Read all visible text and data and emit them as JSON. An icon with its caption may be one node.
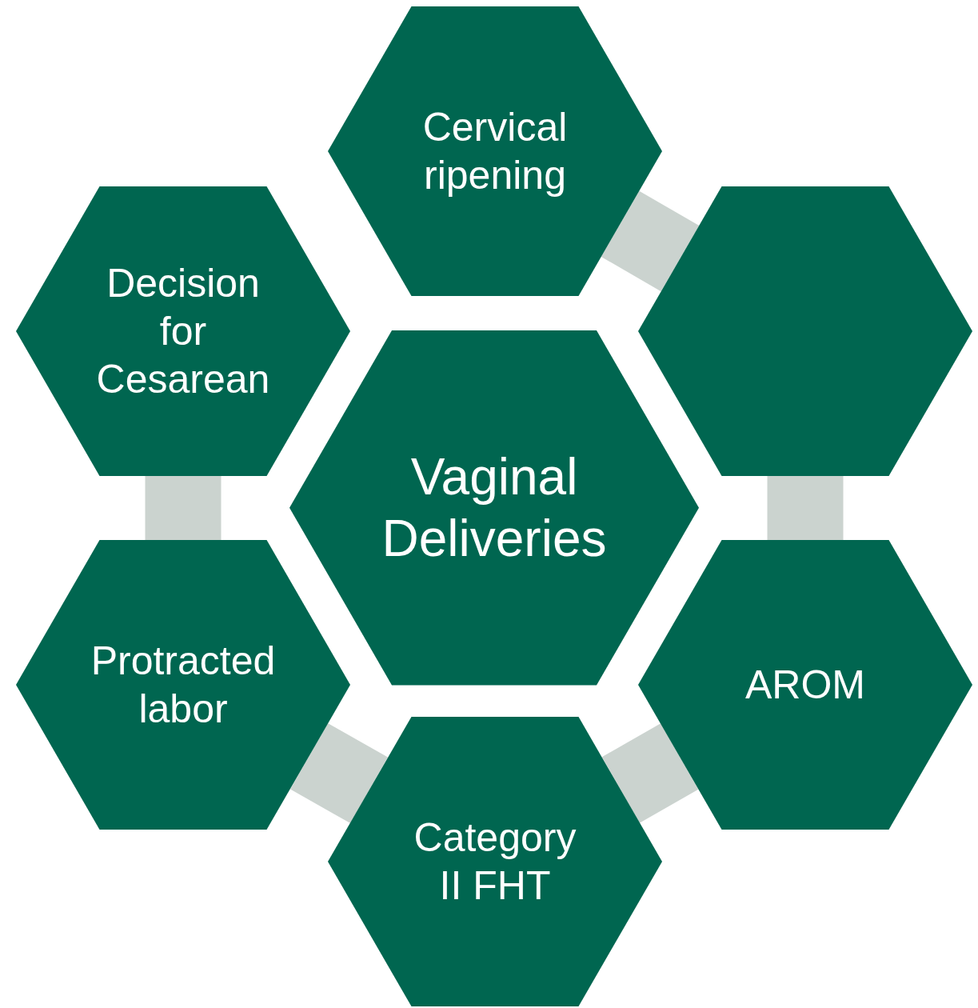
{
  "diagram": {
    "nodes": [
      {
        "text": [
          "Vaginal Deliveries"
        ]
      },
      {
        "text": [
          "Cervical ripening"
        ]
      },
      {
        "text": [],
        "shape": "hexagon"
      },
      {
        "text": [
          "AROM"
        ]
      },
      {
        "text": [
          "Category II FHT"
        ]
      },
      {
        "text": [
          "Protracted labor"
        ]
      },
      {
        "text": [
          "Decision for Cesarean"
        ]
      }
    ],
    "edges": [
      {
        "from": 1,
        "to": 2,
        "arrow": "none"
      },
      {
        "from": 2,
        "to": 3,
        "arrow": "none"
      },
      {
        "from": 3,
        "to": 4,
        "arrow": "none"
      },
      {
        "from": 4,
        "to": 5,
        "arrow": "none"
      },
      {
        "from": 5,
        "to": 6,
        "arrow": "none"
      }
    ]
  }
}
